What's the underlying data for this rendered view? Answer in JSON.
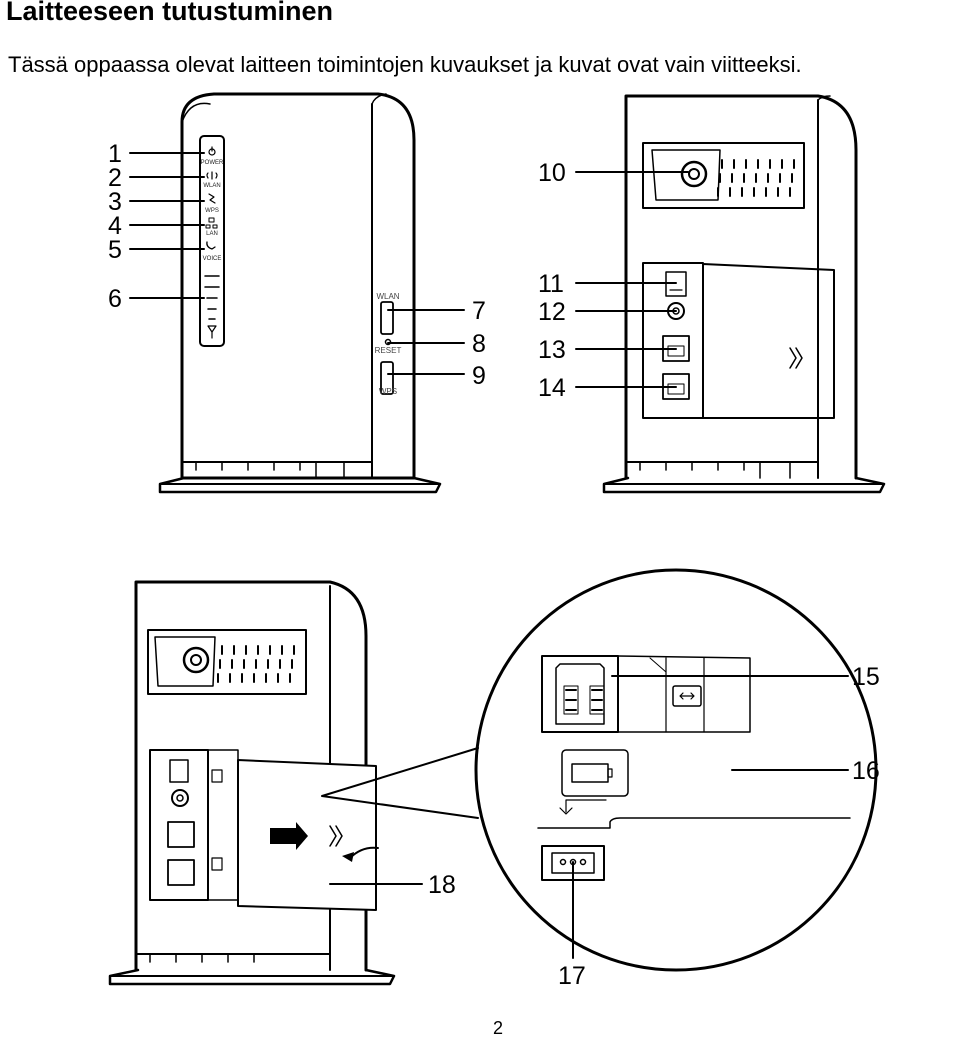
{
  "header": {
    "title": "Laitteeseen tutustuminen",
    "subtitle": "Tässä oppaassa olevat laitteen toimintojen kuvaukset ja kuvat ovat vain viitteeksi."
  },
  "front_panel": {
    "indicators": [
      "POWER",
      "WLAN",
      "WPS",
      "LAN",
      "VOICE"
    ],
    "side_buttons": {
      "top": "WLAN",
      "middle": "RESET",
      "bottom": "WPS"
    }
  },
  "callouts": [
    "1",
    "2",
    "3",
    "4",
    "5",
    "6",
    "7",
    "8",
    "9",
    "10",
    "11",
    "12",
    "13",
    "14",
    "15",
    "16",
    "17",
    "18"
  ],
  "page": {
    "number": "2"
  }
}
